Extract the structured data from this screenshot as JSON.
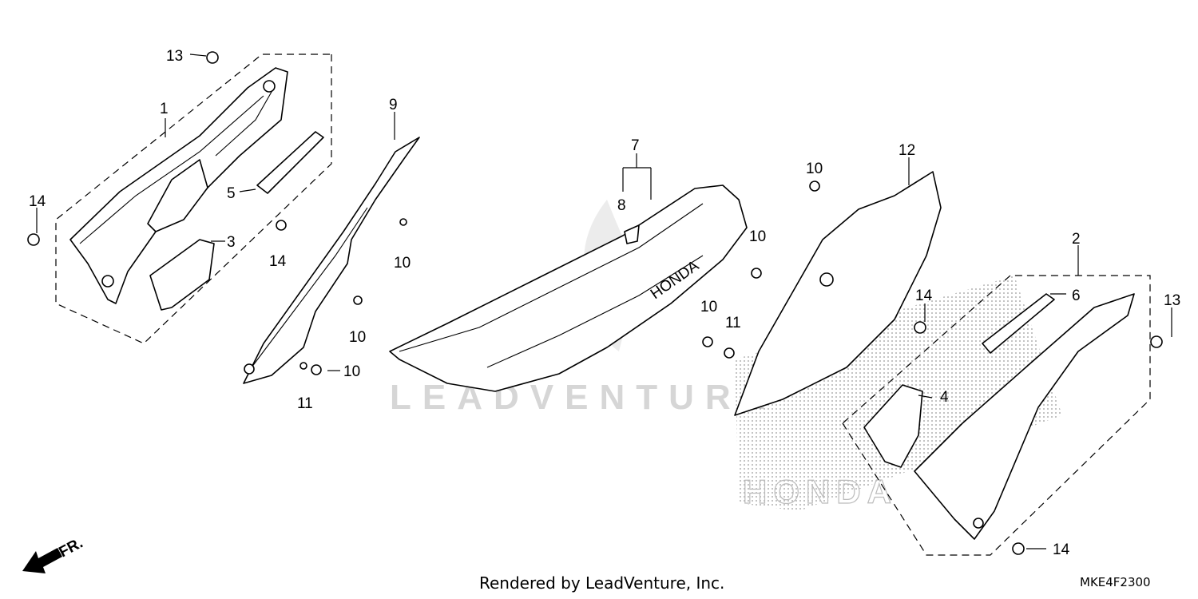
{
  "diagram": {
    "labels": {
      "l1": "1",
      "l2": "2",
      "l3": "3",
      "l4": "4",
      "l5": "5",
      "l6": "6",
      "l7": "7",
      "l8": "8",
      "l9": "9",
      "l10a": "10",
      "l10b": "10",
      "l10c": "10",
      "l10d": "10",
      "l10e": "10",
      "l10f": "10",
      "l11a": "11",
      "l11b": "11",
      "l12": "12",
      "l13a": "13",
      "l13b": "13",
      "l14a": "14",
      "l14b": "14",
      "l14c": "14",
      "l14d": "14"
    },
    "seat_brand": "HONDA",
    "direction_label": "FR.",
    "watermark_text": "LEADVENTURE",
    "honda_mark_text": "HONDA"
  },
  "footer": {
    "credit": "Rendered by LeadVenture, Inc.",
    "code": "MKE4F2300"
  }
}
